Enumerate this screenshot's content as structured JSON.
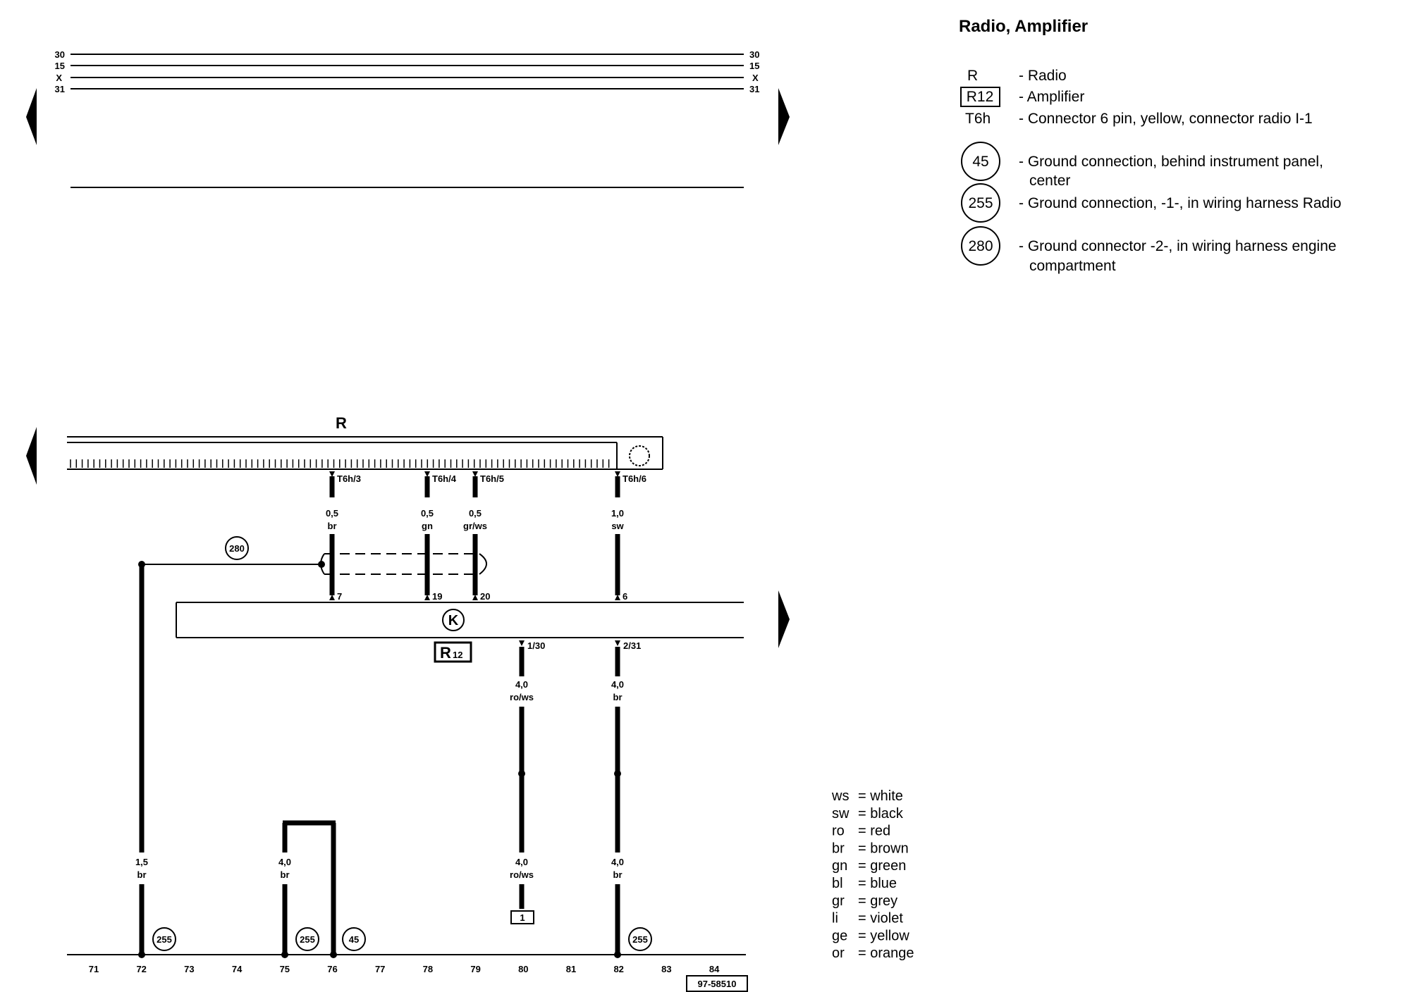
{
  "title": "Radio, Amplifier",
  "legend": [
    {
      "code": "R",
      "text": "- Radio"
    },
    {
      "code": "R12",
      "text": "- Amplifier"
    },
    {
      "code": "T6h",
      "text": "- Connector 6 pin, yellow, connector radio I-1"
    },
    {
      "code": "45",
      "text": "- Ground connection, behind instrument panel,",
      "text2": "center"
    },
    {
      "code": "255",
      "text": "- Ground connection, -1-, in wiring harness Radio"
    },
    {
      "code": "280",
      "text": "- Ground connector -2-, in wiring harness engine",
      "text2": "compartment"
    }
  ],
  "colors": [
    {
      "abbr": "ws",
      "name": "= white"
    },
    {
      "abbr": "sw",
      "name": "= black"
    },
    {
      "abbr": "ro",
      "name": "= red"
    },
    {
      "abbr": "br",
      "name": "= brown"
    },
    {
      "abbr": "gn",
      "name": "= green"
    },
    {
      "abbr": "bl",
      "name": "= blue"
    },
    {
      "abbr": "gr",
      "name": "= grey"
    },
    {
      "abbr": "li",
      "name": "= violet"
    },
    {
      "abbr": "ge",
      "name": "= yellow"
    },
    {
      "abbr": "or",
      "name": "= orange"
    }
  ],
  "rails": [
    "30",
    "15",
    "X",
    "31"
  ],
  "radio_label": "R",
  "amp_label": "R",
  "amp_sub": "12",
  "connectors": {
    "t6h3": "T6h/3",
    "t6h4": "T6h/4",
    "t6h5": "T6h/5",
    "t6h6": "T6h/6",
    "p7": "7",
    "p19": "19",
    "p20": "20",
    "p6": "6",
    "p130": "1/30",
    "p231": "2/31"
  },
  "wires": {
    "w1_size": "0,5",
    "w1_color": "br",
    "w2_size": "0,5",
    "w2_color": "gn",
    "w3_size": "0,5",
    "w3_color": "gr/ws",
    "w4_size": "1,0",
    "w4_color": "sw",
    "w5_size": "4,0",
    "w5_color": "ro/ws",
    "w6_size": "4,0",
    "w6_color": "br",
    "w7_size": "1,5",
    "w7_color": "br",
    "w8_size": "4,0",
    "w8_color": "br",
    "w9_size": "4,0",
    "w9_color": "ro/ws",
    "w10_size": "4,0",
    "w10_color": "br"
  },
  "grounds": {
    "g280": "280",
    "g255a": "255",
    "g255b": "255",
    "g45": "45",
    "g255c": "255"
  },
  "box1": "1",
  "tracks": [
    "71",
    "72",
    "73",
    "74",
    "75",
    "76",
    "77",
    "78",
    "79",
    "80",
    "81",
    "82",
    "83",
    "84"
  ],
  "diagram_id": "97-58510"
}
